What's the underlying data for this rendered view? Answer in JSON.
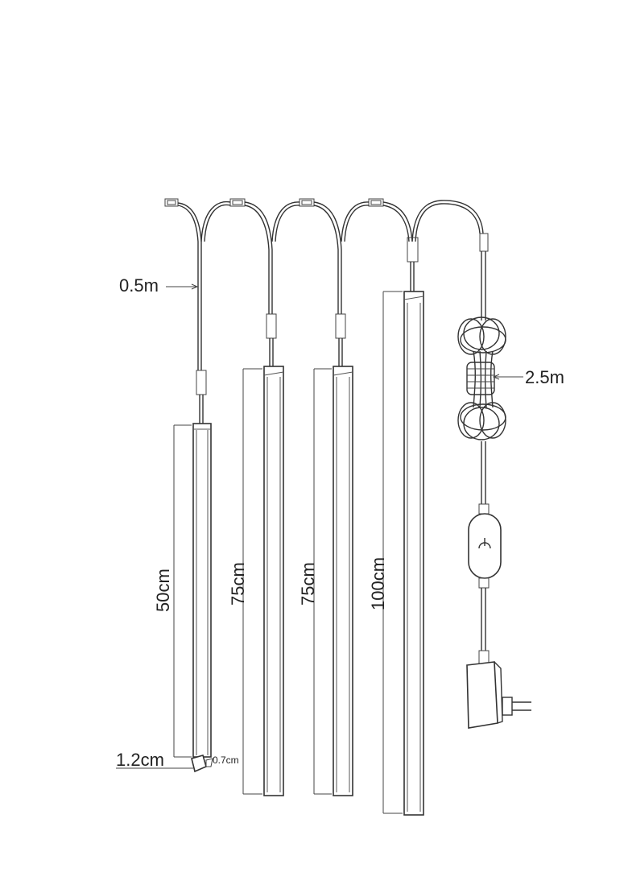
{
  "labels": {
    "lead_cable_length": "0.5m",
    "extension_cable_length": "2.5m",
    "bar1_length": "50cm",
    "bar2_length": "75cm",
    "bar3_length": "75cm",
    "bar4_length": "100cm",
    "bar_width": "1.2cm",
    "bar_depth": "0.7cm"
  },
  "icons": {
    "power": "power-icon",
    "plug": "plug-adapter-icon",
    "coil": "coiled-cable-icon",
    "connector": "connector-icon"
  },
  "colors": {
    "line": "#333333",
    "background": "#ffffff"
  }
}
